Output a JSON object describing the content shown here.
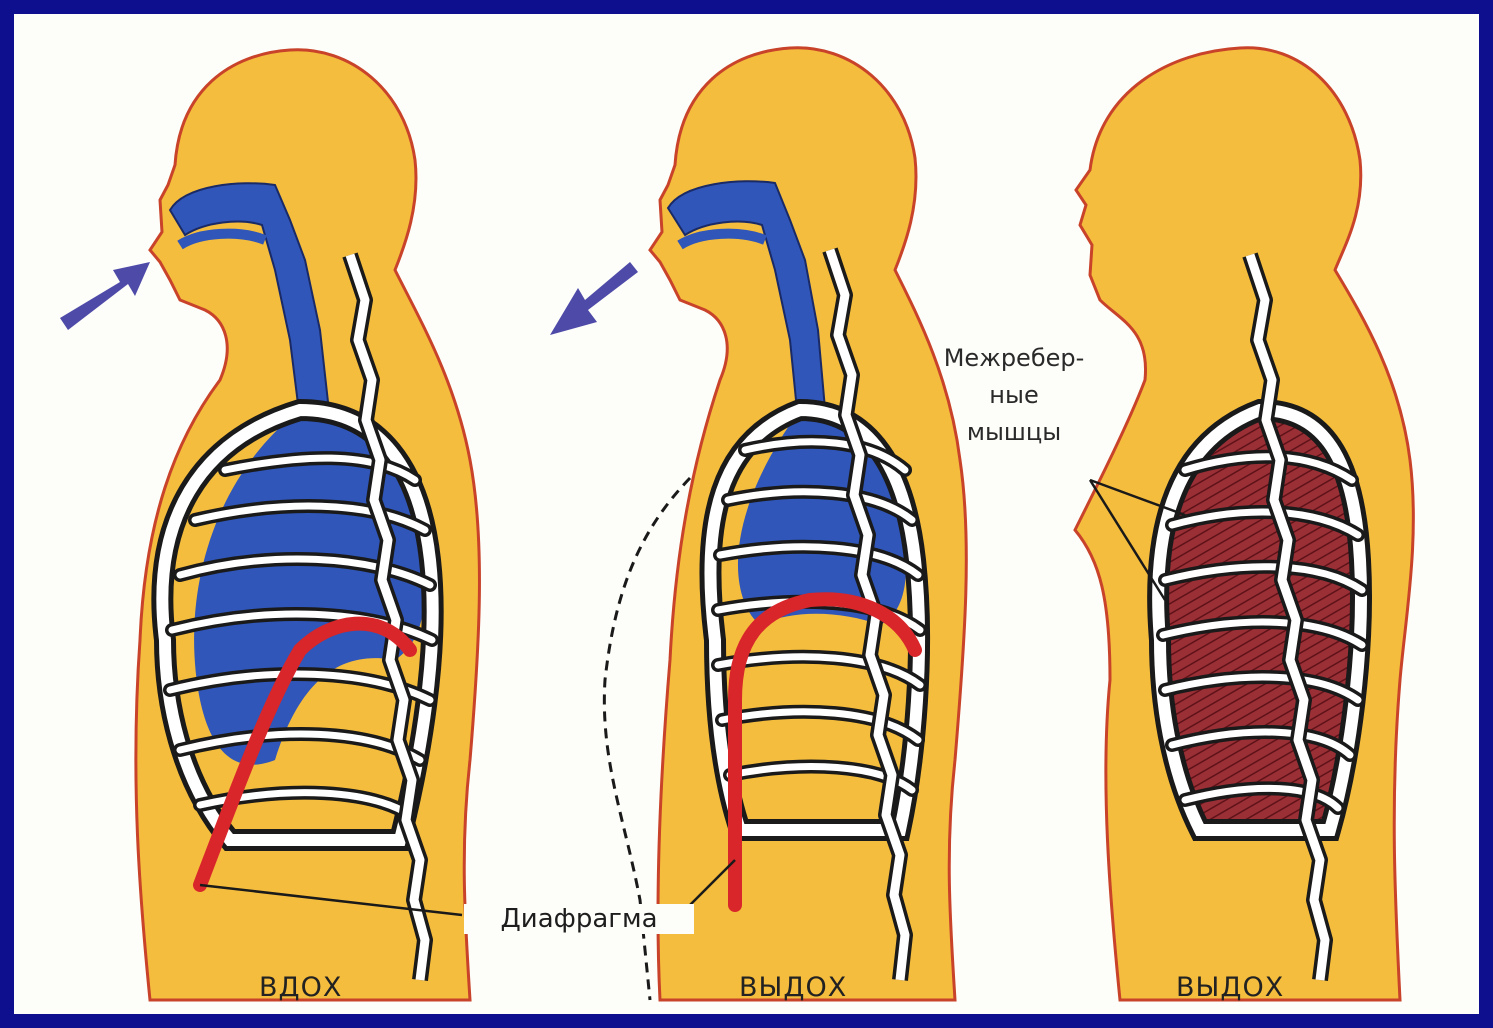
{
  "labels": {
    "intercostal_muscles": [
      "Межребер-",
      "ные",
      "мышцы"
    ],
    "diaphragm": "Диафрагма"
  },
  "figures": [
    {
      "caption": "ВДОХ",
      "airflow": "in"
    },
    {
      "caption": "ВЫДОХ",
      "airflow": "out"
    },
    {
      "caption": "ВЫДОХ",
      "airflow": "none"
    }
  ],
  "colors": {
    "frame": "#0d0f8f",
    "body": "#f5bd3d",
    "outline": "#c8432a",
    "airway": "#2f56b8",
    "diaphragm": "#d8262a",
    "muscles": "#8a2830",
    "arrow": "#4e4aa8"
  }
}
